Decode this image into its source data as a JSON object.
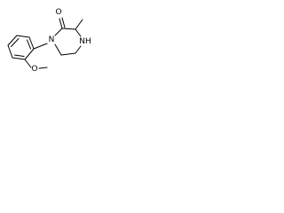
{
  "molecule": {
    "atoms": {
      "ring_n1": "N",
      "carbonyl_o": "O",
      "amine_nh": "NH",
      "methoxy_o": "O"
    }
  }
}
